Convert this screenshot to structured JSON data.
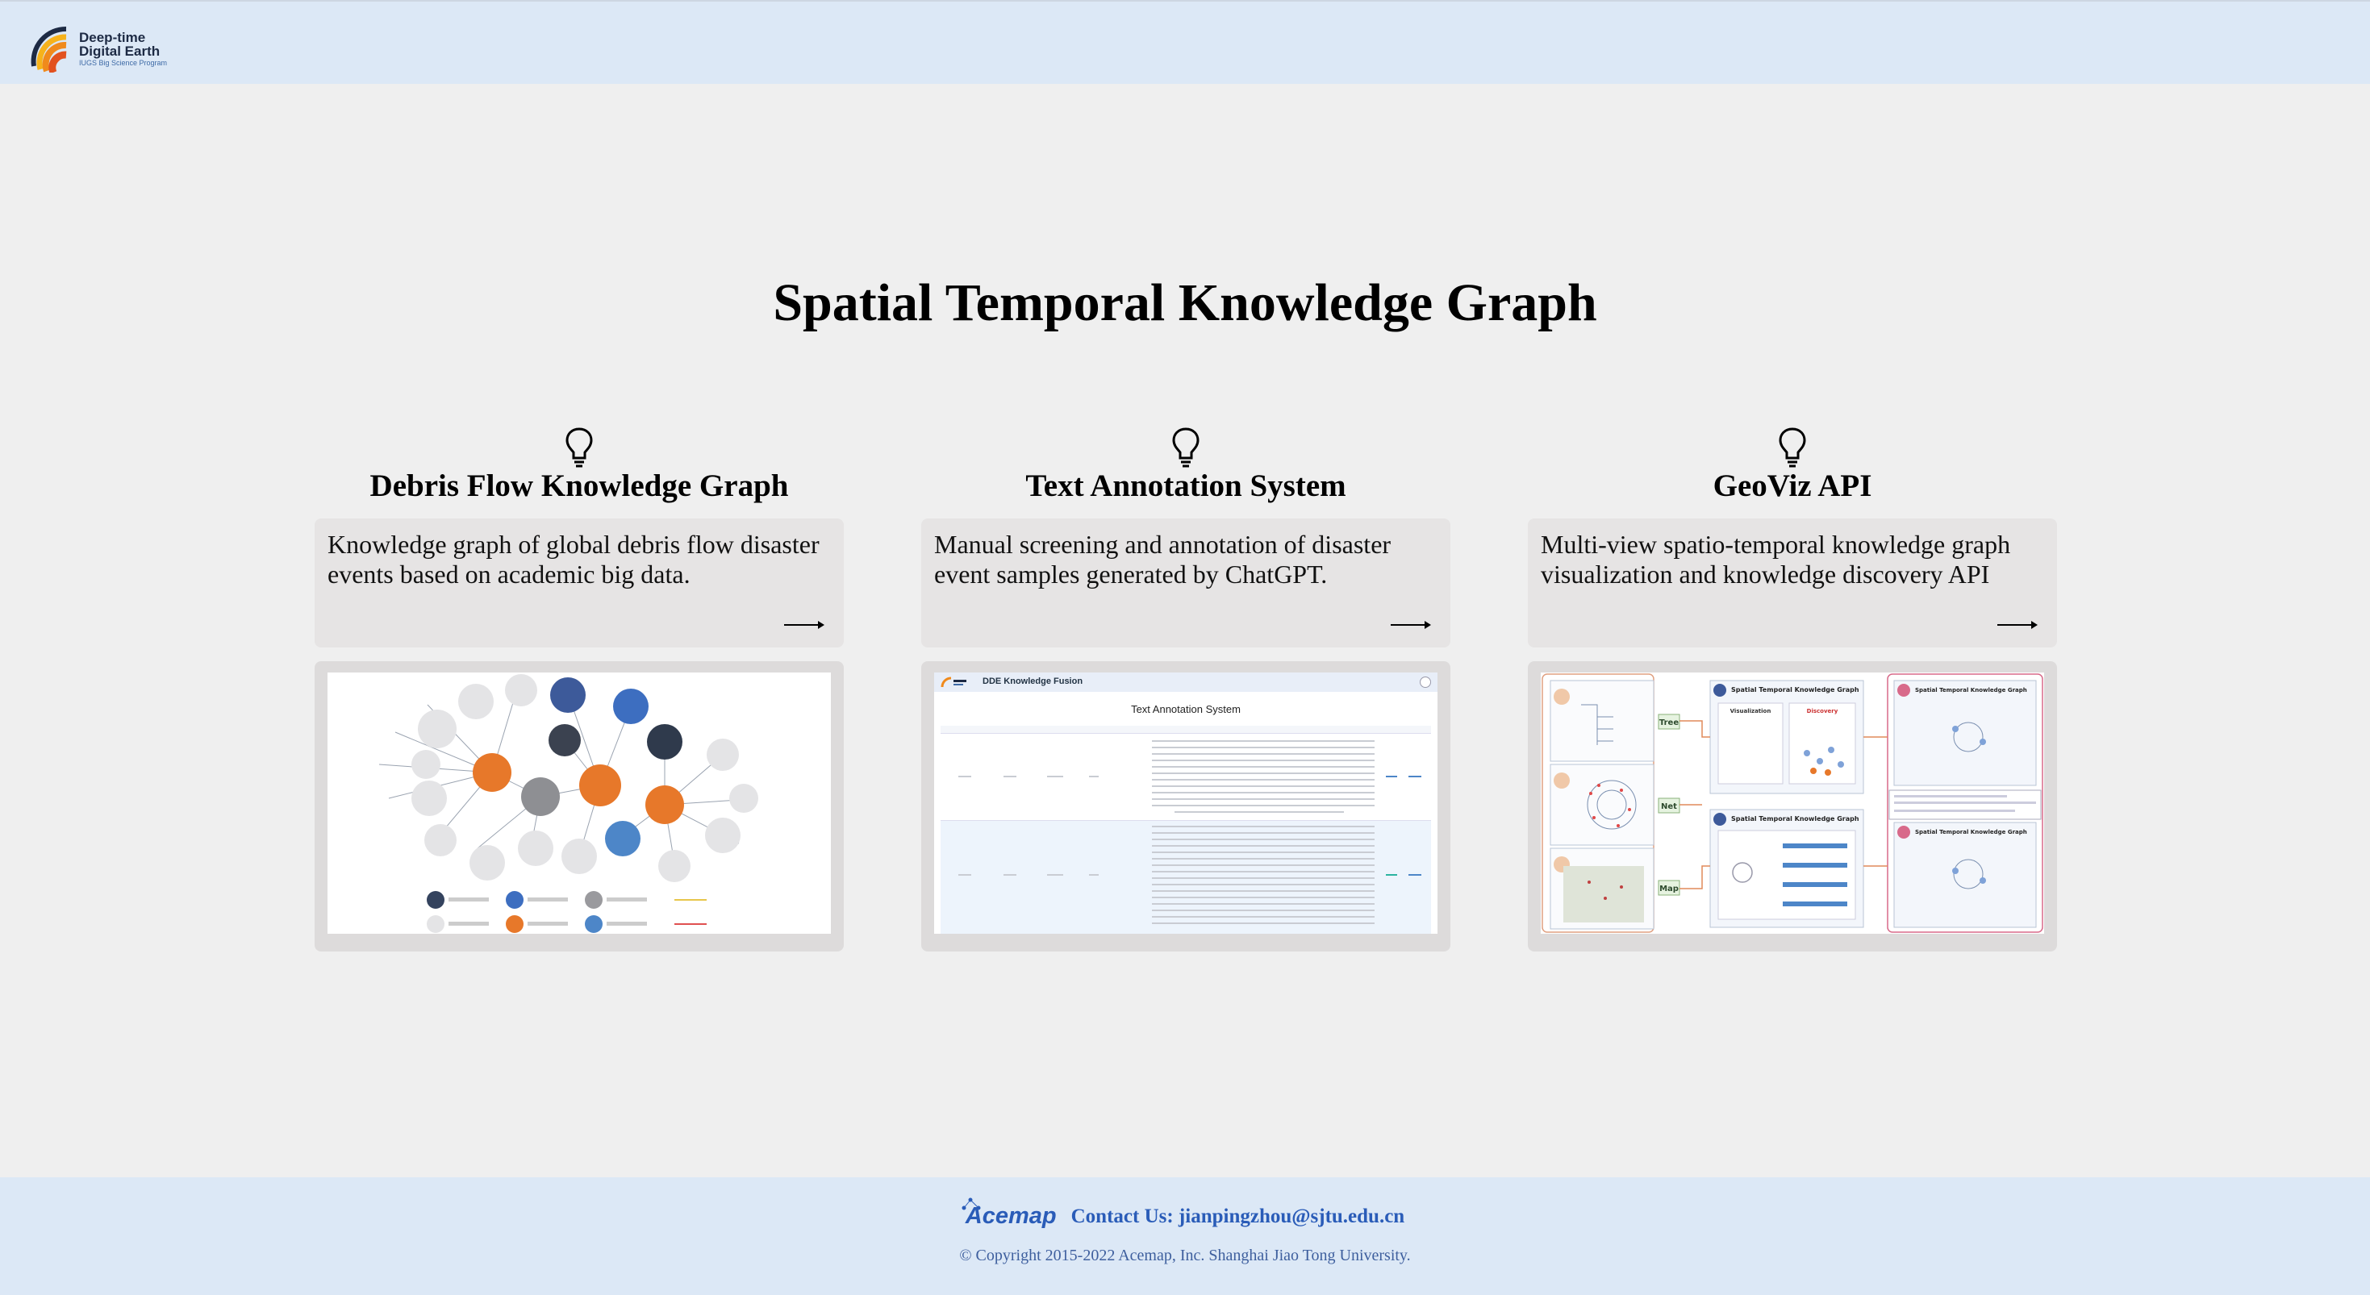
{
  "header": {
    "logo_line1": "Deep-time",
    "logo_line2": "Digital Earth",
    "logo_line3": "IUGS Big Science Program"
  },
  "page_title": "Spatial Temporal Knowledge Graph",
  "cards": [
    {
      "title": "Debris Flow Knowledge Graph",
      "description": "Knowledge graph of global debris flow disaster events based on academic big data.",
      "icon": "lightbulb-icon"
    },
    {
      "title": "Text Annotation System",
      "description": "Manual screening and annotation of disaster event samples generated by ChatGPT.",
      "icon": "lightbulb-icon",
      "screenshot": {
        "app_title": "DDE Knowledge Fusion",
        "heading": "Text Annotation System"
      }
    },
    {
      "title": "GeoViz API",
      "description": "Multi-view spatio-temporal knowledge graph visualization and knowledge discovery API",
      "icon": "lightbulb-icon",
      "screenshot": {
        "panel_title": "Spatial Temporal Knowledge Graph",
        "tags": [
          "Tree",
          "Net",
          "Map"
        ],
        "mid_labels": [
          "Visualization",
          "Discovery"
        ]
      }
    }
  ],
  "footer": {
    "brand": "Acemap",
    "contact": "Contact Us: jianpingzhou@sjtu.edu.cn",
    "copyright": "© Copyright 2015-2022 Acemap, Inc. Shanghai Jiao Tong University."
  },
  "colors": {
    "header_bg": "#dce8f6",
    "page_bg": "#efefef",
    "card_box": "#e6e4e4",
    "link_blue": "#2a5cb8",
    "logo_orange": "#f08a1c"
  }
}
